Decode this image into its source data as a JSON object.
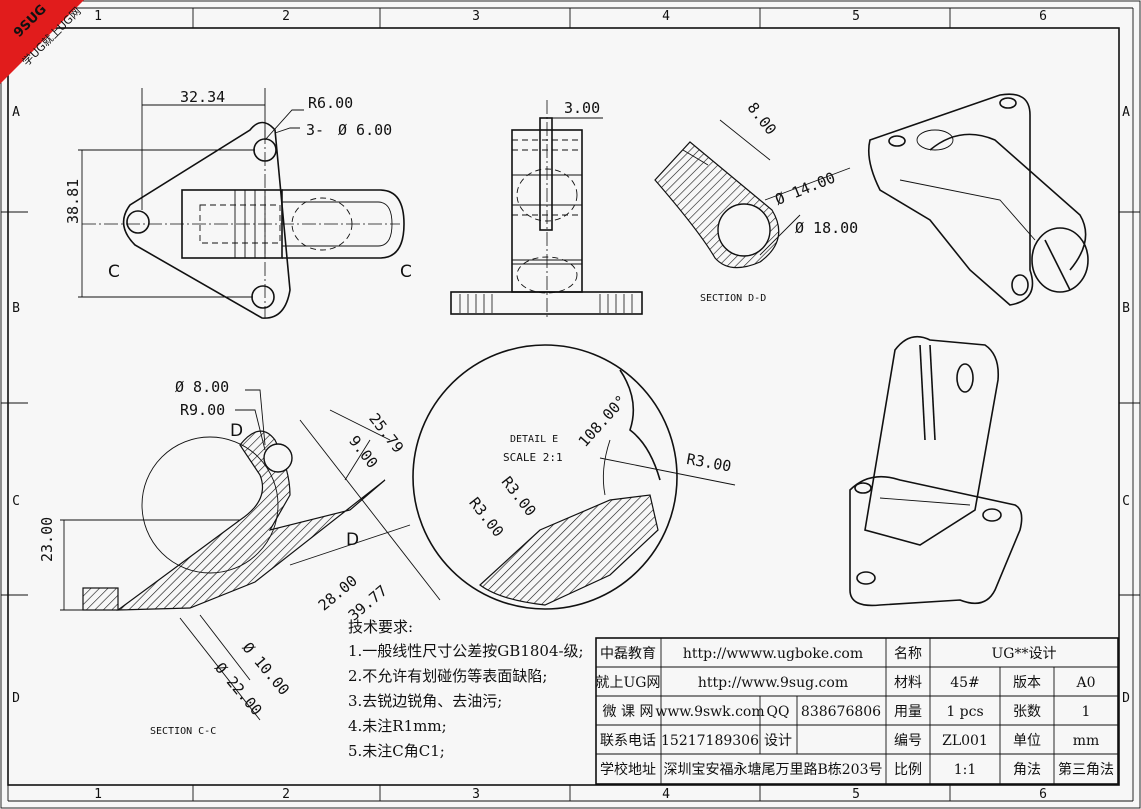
{
  "logo": {
    "line1": "9SUG",
    "line2": "学UG就上UG网"
  },
  "frame": {
    "columns": [
      "1",
      "2",
      "3",
      "4",
      "5",
      "6"
    ],
    "rows": [
      "A",
      "B",
      "C",
      "D"
    ]
  },
  "top_view": {
    "dim_width": "32.34",
    "dim_radius": "R6.00",
    "dim_holes": "3- ",
    "dim_hole_dia": "Ø 6.00",
    "dim_height": "38.81",
    "cut_left": "C",
    "cut_right": "C"
  },
  "front_view": {
    "dim_slot": "3.00"
  },
  "section_dd": {
    "dim_width": "8.00",
    "dim_d14": "Ø 14.00",
    "dim_d18": "Ø 18.00",
    "label": "SECTION D-D"
  },
  "section_cc": {
    "dim_d8": "Ø 8.00",
    "dim_r9": "R9.00",
    "cut_d_top": "D",
    "cut_d_bottom": "D",
    "dim_25": "25.79",
    "dim_9": "9.00",
    "dim_23": "23.00",
    "dim_28": "28.00",
    "dim_39": "39.77",
    "dim_d10": "Ø 10.00",
    "dim_d22": "Ø 22.00",
    "label": "SECTION C-C"
  },
  "detail_e": {
    "label": "DETAIL E",
    "scale": "SCALE 2:1",
    "angle": "108.00°",
    "r3_right": "R3.00",
    "r3_a": "R3.00",
    "r3_b": "R3.00"
  },
  "tech_requirements": {
    "title": "技术要求:",
    "items": [
      "1.一般线性尺寸公差按GB1804-级;",
      "2.不允许有划碰伤等表面缺陷;",
      "3.去锐边锐角、去油污;",
      "4.未注R1mm;",
      "5.未注C角C1;"
    ]
  },
  "title_block": {
    "r1": {
      "label": "中磊教育",
      "value": "http://wwww.ugboke.com",
      "k1": "名称",
      "v1": "UG**设计"
    },
    "r2": {
      "label": "就上UG网",
      "value": "http://www.9sug.com",
      "k1": "材料",
      "v1": "45#",
      "k2": "版本",
      "v2": "A0"
    },
    "r3": {
      "label": "微 课 网",
      "value": "www.9swk.com",
      "qq": "QQ",
      "qq_value": "838676806",
      "k1": "用量",
      "v1": "1  pcs",
      "k2": "张数",
      "v2": "1"
    },
    "r4": {
      "label": "联系电话",
      "value": "15217189306",
      "design": "设计",
      "design_value": "",
      "k1": "编号",
      "v1": "ZL001",
      "k2": "单位",
      "v2": "mm"
    },
    "r5": {
      "label": "学校地址",
      "value": "深圳宝安福永塘尾万里路B栋203号",
      "k1": "比例",
      "v1": "1:1",
      "k2": "角法",
      "v2": "第三角法"
    }
  }
}
